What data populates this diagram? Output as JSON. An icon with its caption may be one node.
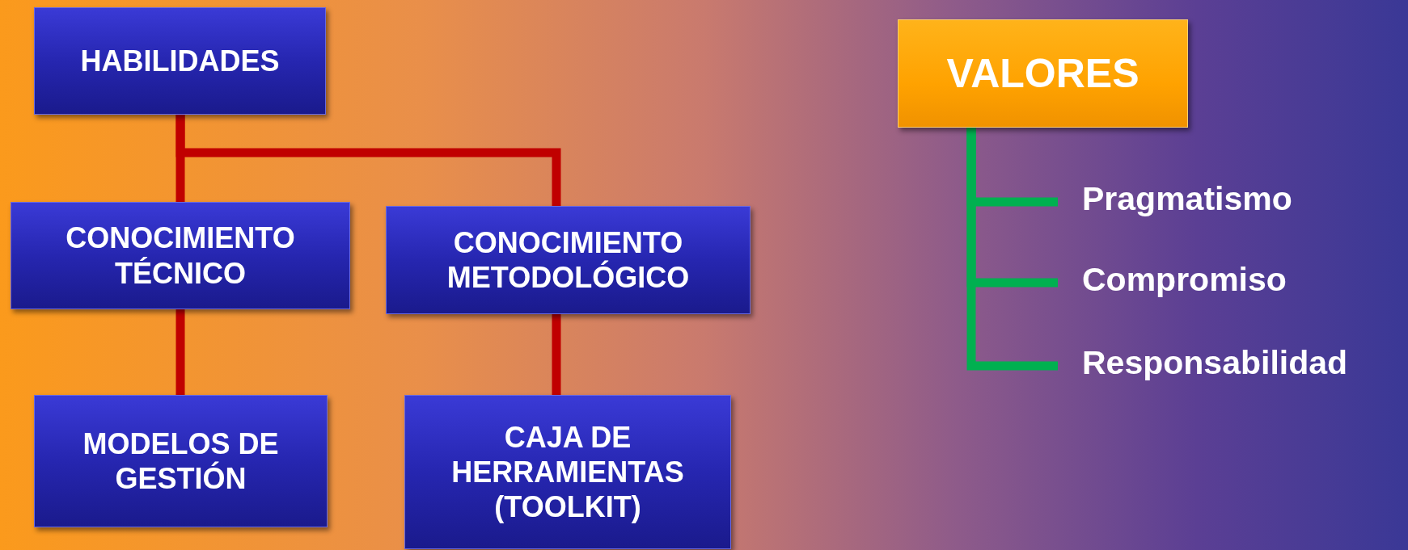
{
  "diagram": {
    "nodes": [
      {
        "text": [
          "HABILIDADES"
        ]
      },
      {
        "text": [
          "CONOCIMIENTO TÉCNICO"
        ]
      },
      {
        "text": [
          "CONOCIMIENTO METODOLÓGICO"
        ]
      },
      {
        "text": [
          "MODELOS DE GESTIÓN"
        ]
      },
      {
        "text": [
          "CAJA DE HERRAMIENTAS (TOOLKIT)"
        ]
      },
      {
        "text": [
          "VALORES"
        ]
      },
      {
        "text": [
          "Pragmatismo"
        ]
      },
      {
        "text": [
          "Compromiso"
        ]
      },
      {
        "text": [
          "Responsabilidad"
        ]
      }
    ],
    "edges": [
      {
        "from": 0,
        "to": 1,
        "arrow": "none"
      },
      {
        "from": 0,
        "to": 2,
        "arrow": "none"
      },
      {
        "from": 1,
        "to": 3,
        "arrow": "none"
      },
      {
        "from": 2,
        "to": 4,
        "arrow": "none"
      },
      {
        "from": 5,
        "to": 6,
        "arrow": "none",
        "color": "#00b050"
      },
      {
        "from": 5,
        "to": 7,
        "arrow": "none",
        "color": "#00b050"
      },
      {
        "from": 5,
        "to": 8,
        "arrow": "none",
        "color": "#00b050"
      }
    ]
  }
}
